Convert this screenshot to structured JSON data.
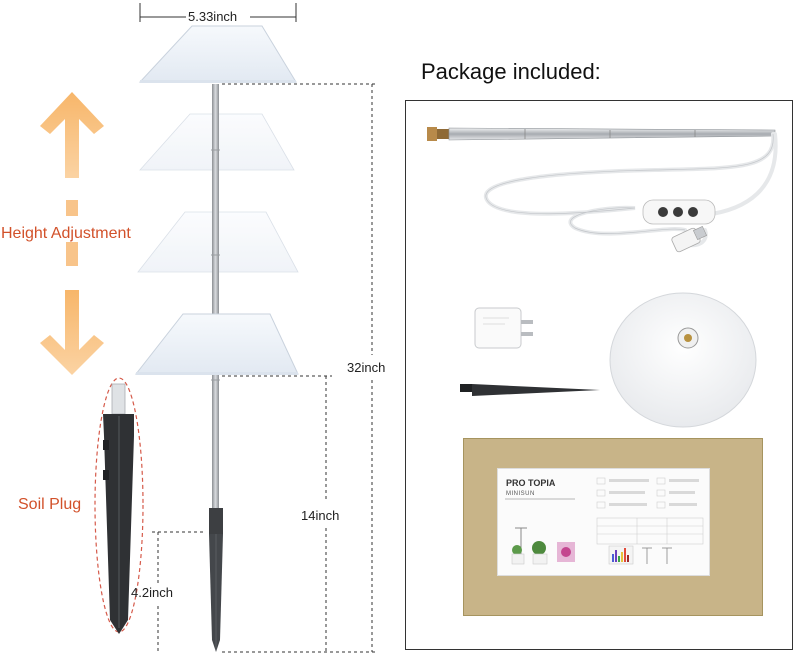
{
  "dimensions": {
    "top_width": "5.33inch",
    "total_height": "32inch",
    "stake_height": "14inch",
    "plug_height": "4.2inch"
  },
  "labels": {
    "height_adjustment": "Height Adjustment",
    "soil_plug": "Soil Plug"
  },
  "package": {
    "title": "Package included:",
    "brand_left": "PRO",
    "brand_right": "TOPIA",
    "product_name": "MINISUN"
  },
  "colors": {
    "arrow": "#f6be78",
    "label_text": "#d2512a",
    "shade": "#eef3f9",
    "stake": "#3d3f42",
    "box": "#c8b488"
  }
}
